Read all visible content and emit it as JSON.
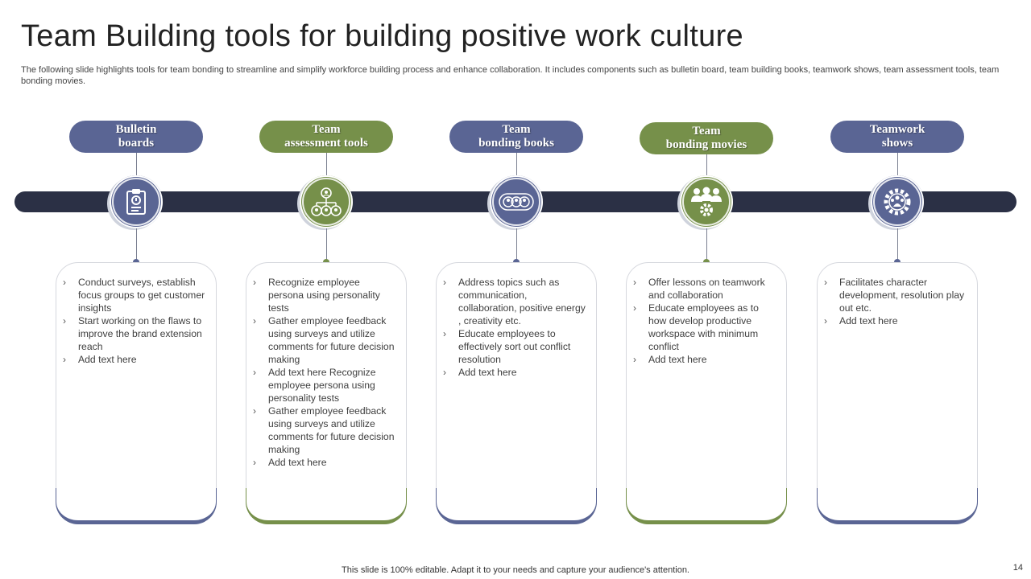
{
  "header": {
    "title": "Team Building tools for building positive work culture",
    "subtitle": "The following slide highlights tools for team bonding to streamline and simplify workforce building process and enhance collaboration. It includes components such as bulletin board, team building books, teamwork shows, team assessment tools, team bonding movies."
  },
  "colors": {
    "blue": "#5a6594",
    "green": "#76904a",
    "bar": "#2b3045"
  },
  "steps": [
    {
      "label": "Bulletin\nboards",
      "color": "blue",
      "icon": "clipboard-alert-icon",
      "items": [
        "Conduct surveys, establish focus groups to get customer insights",
        "Start working on the flaws to improve the brand extension reach",
        "Add text here"
      ]
    },
    {
      "label": "Team\nassessment tools",
      "color": "green",
      "icon": "org-chart-icon",
      "items": [
        "Recognize employee persona using personality tests",
        "Gather employee feedback using surveys and utilize comments for future decision making",
        "Add text here Recognize employee persona using personality tests",
        "Gather employee feedback using surveys and utilize comments for future decision making",
        "Add text here"
      ]
    },
    {
      "label": "Team\nbonding books",
      "color": "blue",
      "icon": "group-circles-icon",
      "items": [
        "Address topics such as communication, collaboration, positive energy , creativity etc.",
        "Educate employees to effectively sort out conflict resolution",
        "Add text here"
      ]
    },
    {
      "label": "Team\nbonding movies",
      "color": "green",
      "icon": "team-gear-icon",
      "items": [
        "Offer lessons on teamwork and collaboration",
        "Educate employees as to how develop productive workspace with minimum conflict",
        "Add text here"
      ]
    },
    {
      "label": "Teamwork\nshows",
      "color": "blue",
      "icon": "gear-people-icon",
      "items": [
        "Facilitates character development, resolution play out etc.",
        "Add text here"
      ]
    }
  ],
  "footer": {
    "note": "This slide is 100% editable. Adapt it to your needs and capture your audience's attention.",
    "page": "14"
  }
}
